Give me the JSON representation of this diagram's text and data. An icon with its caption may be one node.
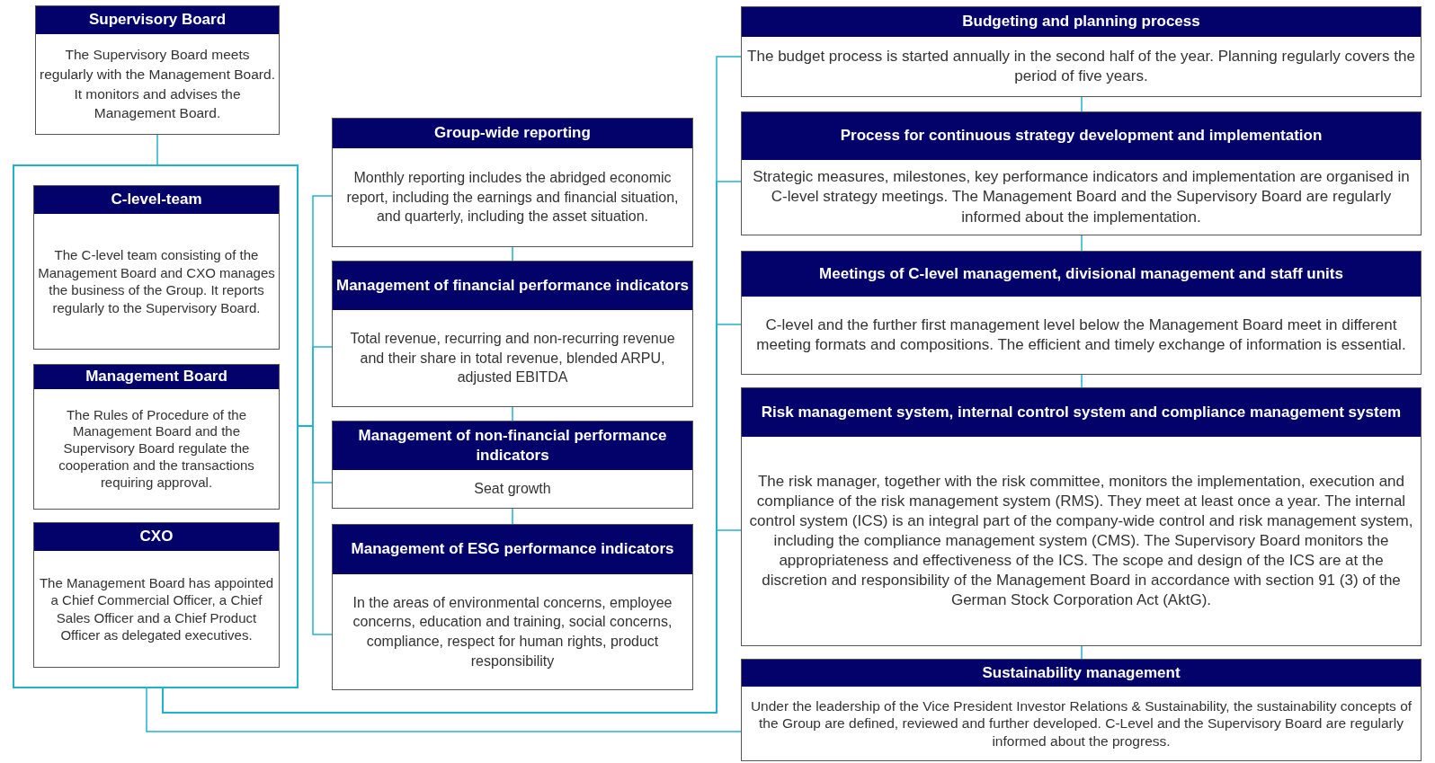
{
  "diagram": {
    "nodes": [
      {
        "text": [
          "Supervisory Board",
          "The Supervisory Board meets regularly with the Management Board. It monitors and advises the Management Board."
        ]
      },
      {
        "text": [],
        "shape": "box"
      },
      {
        "text": [
          "C-level-team",
          "The C-level team consisting of the Management Board and CXO manages the business of the Group. It reports regularly to the Supervisory Board."
        ],
        "in": 1
      },
      {
        "text": [
          "Management Board",
          "The Rules of Procedure of the Management Board and the Supervisory Board regulate the cooperation and the transactions requiring approval."
        ],
        "in": 1
      },
      {
        "text": [
          "CXO",
          "The Management Board has appointed a Chief Commercial Officer, a Chief Sales Officer and a Chief Product Officer as delegated executives."
        ],
        "in": 1
      },
      {
        "text": [
          "Group-wide reporting",
          "Monthly reporting includes the abridged economic report, including the earnings and financial situation, and quarterly, including the asset situation."
        ]
      },
      {
        "text": [
          "Management of financial performance indicators",
          "Total revenue, recurring and non-recurring revenue and their share in total revenue, blended ARPU, adjusted EBITDA"
        ]
      },
      {
        "text": [
          "Management of non-financial performance indicators",
          "Seat growth"
        ]
      },
      {
        "text": [
          "Management of ESG performance indicators",
          "In the areas of environmental concerns, employee concerns, education and training, social concerns, compliance, respect for human rights, product responsibility"
        ]
      },
      {
        "text": [
          "Budgeting and planning process",
          "The budget process is started annually in the second half of the year. Planning regularly covers the period of five years."
        ]
      },
      {
        "text": [
          "Process for continuous strategy development and implementation",
          "Strategic measures, milestones, key performance indicators and implementation are organised in C-level strategy meetings. The Management Board and the Supervisory Board are regularly informed about the implementation."
        ]
      },
      {
        "text": [
          "Meetings of C-level management, divisional management and staff units",
          "C-level and the further first management level below the Management Board meet in different meeting formats and compositions. The efficient and timely exchange of information is essential."
        ]
      },
      {
        "text": [
          "Risk management system, internal control system and compliance management system",
          "The risk manager, together with the risk committee, monitors the implementation, execution and compliance of the risk management system (RMS). They meet at least once a year. The internal control system (ICS) is an integral part of the company-wide control and risk management system, including the compliance management system (CMS). The Supervisory Board monitors the appropriateness and effectiveness of the ICS. The scope and design of the ICS are at the discretion and responsibility of the Management Board in accordance with section 91 (3) of the German Stock Corporation Act (AktG)."
        ]
      },
      {
        "text": [
          "Sustainability management",
          "Under the leadership of the Vice President Investor Relations & Sustainability, the sustainability concepts of the Group are defined, reviewed and further developed. C-Level and the Supervisory Board are regularly informed about the progress."
        ]
      }
    ],
    "edges": [
      {
        "from": 0,
        "to": 1,
        "arrow": "none"
      },
      {
        "from": 1,
        "to": 5,
        "arrow": "none"
      },
      {
        "from": 1,
        "to": 6,
        "arrow": "none"
      },
      {
        "from": 1,
        "to": 7,
        "arrow": "none"
      },
      {
        "from": 1,
        "to": 8,
        "arrow": "none"
      },
      {
        "from": 5,
        "to": 6,
        "arrow": "none"
      },
      {
        "from": 6,
        "to": 7,
        "arrow": "none"
      },
      {
        "from": 7,
        "to": 8,
        "arrow": "none"
      },
      {
        "from": 1,
        "to": 9,
        "arrow": "none"
      },
      {
        "from": 1,
        "to": 10,
        "arrow": "none"
      },
      {
        "from": 1,
        "to": 11,
        "arrow": "none"
      },
      {
        "from": 1,
        "to": 12,
        "arrow": "none"
      },
      {
        "from": 9,
        "to": 10,
        "arrow": "none"
      },
      {
        "from": 10,
        "to": 11,
        "arrow": "none"
      },
      {
        "from": 11,
        "to": 12,
        "arrow": "none"
      },
      {
        "from": 12,
        "to": 13,
        "arrow": "none"
      },
      {
        "from": 1,
        "to": 13,
        "arrow": "none"
      }
    ]
  }
}
